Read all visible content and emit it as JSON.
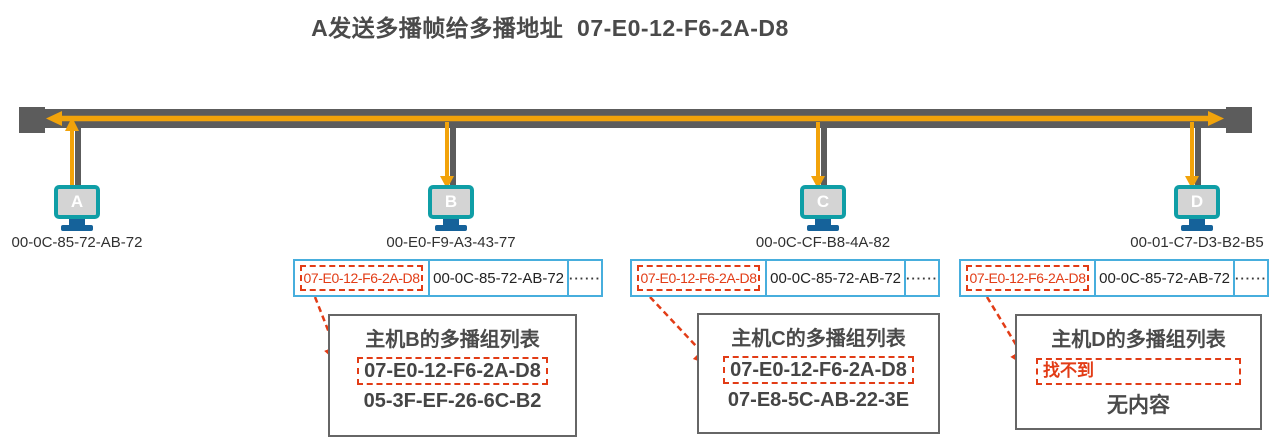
{
  "title": {
    "text": "A发送多播帧给多播地址  07-E0-12-F6-2A-D8"
  },
  "colors": {
    "bus_gray": "#5c5c5c",
    "arrow_orange": "#f2a30a",
    "monitor_teal": "#0f9ea6",
    "stand_blue": "#15629a",
    "frame_border_cyan": "#47aedd",
    "highlight_red": "#e23c16",
    "text_dark": "#4a4a4a"
  },
  "hosts": [
    {
      "letter": "A",
      "mac": "00-0C-85-72-AB-72"
    },
    {
      "letter": "B",
      "mac": "00-E0-F9-A3-43-77"
    },
    {
      "letter": "C",
      "mac": "00-0C-CF-B8-4A-82"
    },
    {
      "letter": "D",
      "mac": "00-01-C7-D3-B2-B5"
    }
  ],
  "frames": [
    {
      "dest": "07-E0-12-F6-2A-D8",
      "src": "00-0C-85-72-AB-72",
      "more": "······"
    },
    {
      "dest": "07-E0-12-F6-2A-D8",
      "src": "00-0C-85-72-AB-72",
      "more": "······"
    },
    {
      "dest": "07-E0-12-F6-2A-D8",
      "src": "00-0C-85-72-AB-72",
      "more": "······"
    }
  ],
  "group_lists": [
    {
      "title": "主机B的多播组列表",
      "member_highlighted": "07-E0-12-F6-2A-D8",
      "member_other": "05-3F-EF-26-6C-B2"
    },
    {
      "title": "主机C的多播组列表",
      "member_highlighted": "07-E0-12-F6-2A-D8",
      "member_other": "07-E8-5C-AB-22-3E"
    },
    {
      "title": "主机D的多播组列表",
      "not_found_label": "找不到",
      "empty_label": "无内容"
    }
  ]
}
